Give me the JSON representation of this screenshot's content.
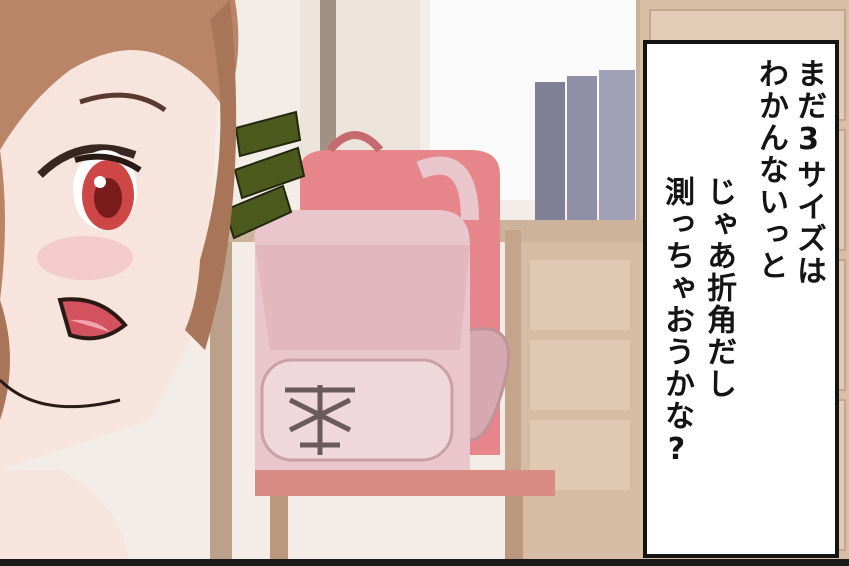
{
  "caption": {
    "lines": [
      "まだ3サイズは",
      "わかんないっと",
      "じゃあ折角だし",
      "測っちゃおうかな?"
    ]
  },
  "icons": {
    "effect": "excitement-lines-icon",
    "character": "girl-face",
    "prop": "school-backpack-randoseru"
  },
  "colors": {
    "hair": "#b98566",
    "eye": "#d04a4a",
    "randoseru_pink": "#e5bcc4",
    "effect_green": "#4c5a1e",
    "caption_border": "#141414"
  }
}
